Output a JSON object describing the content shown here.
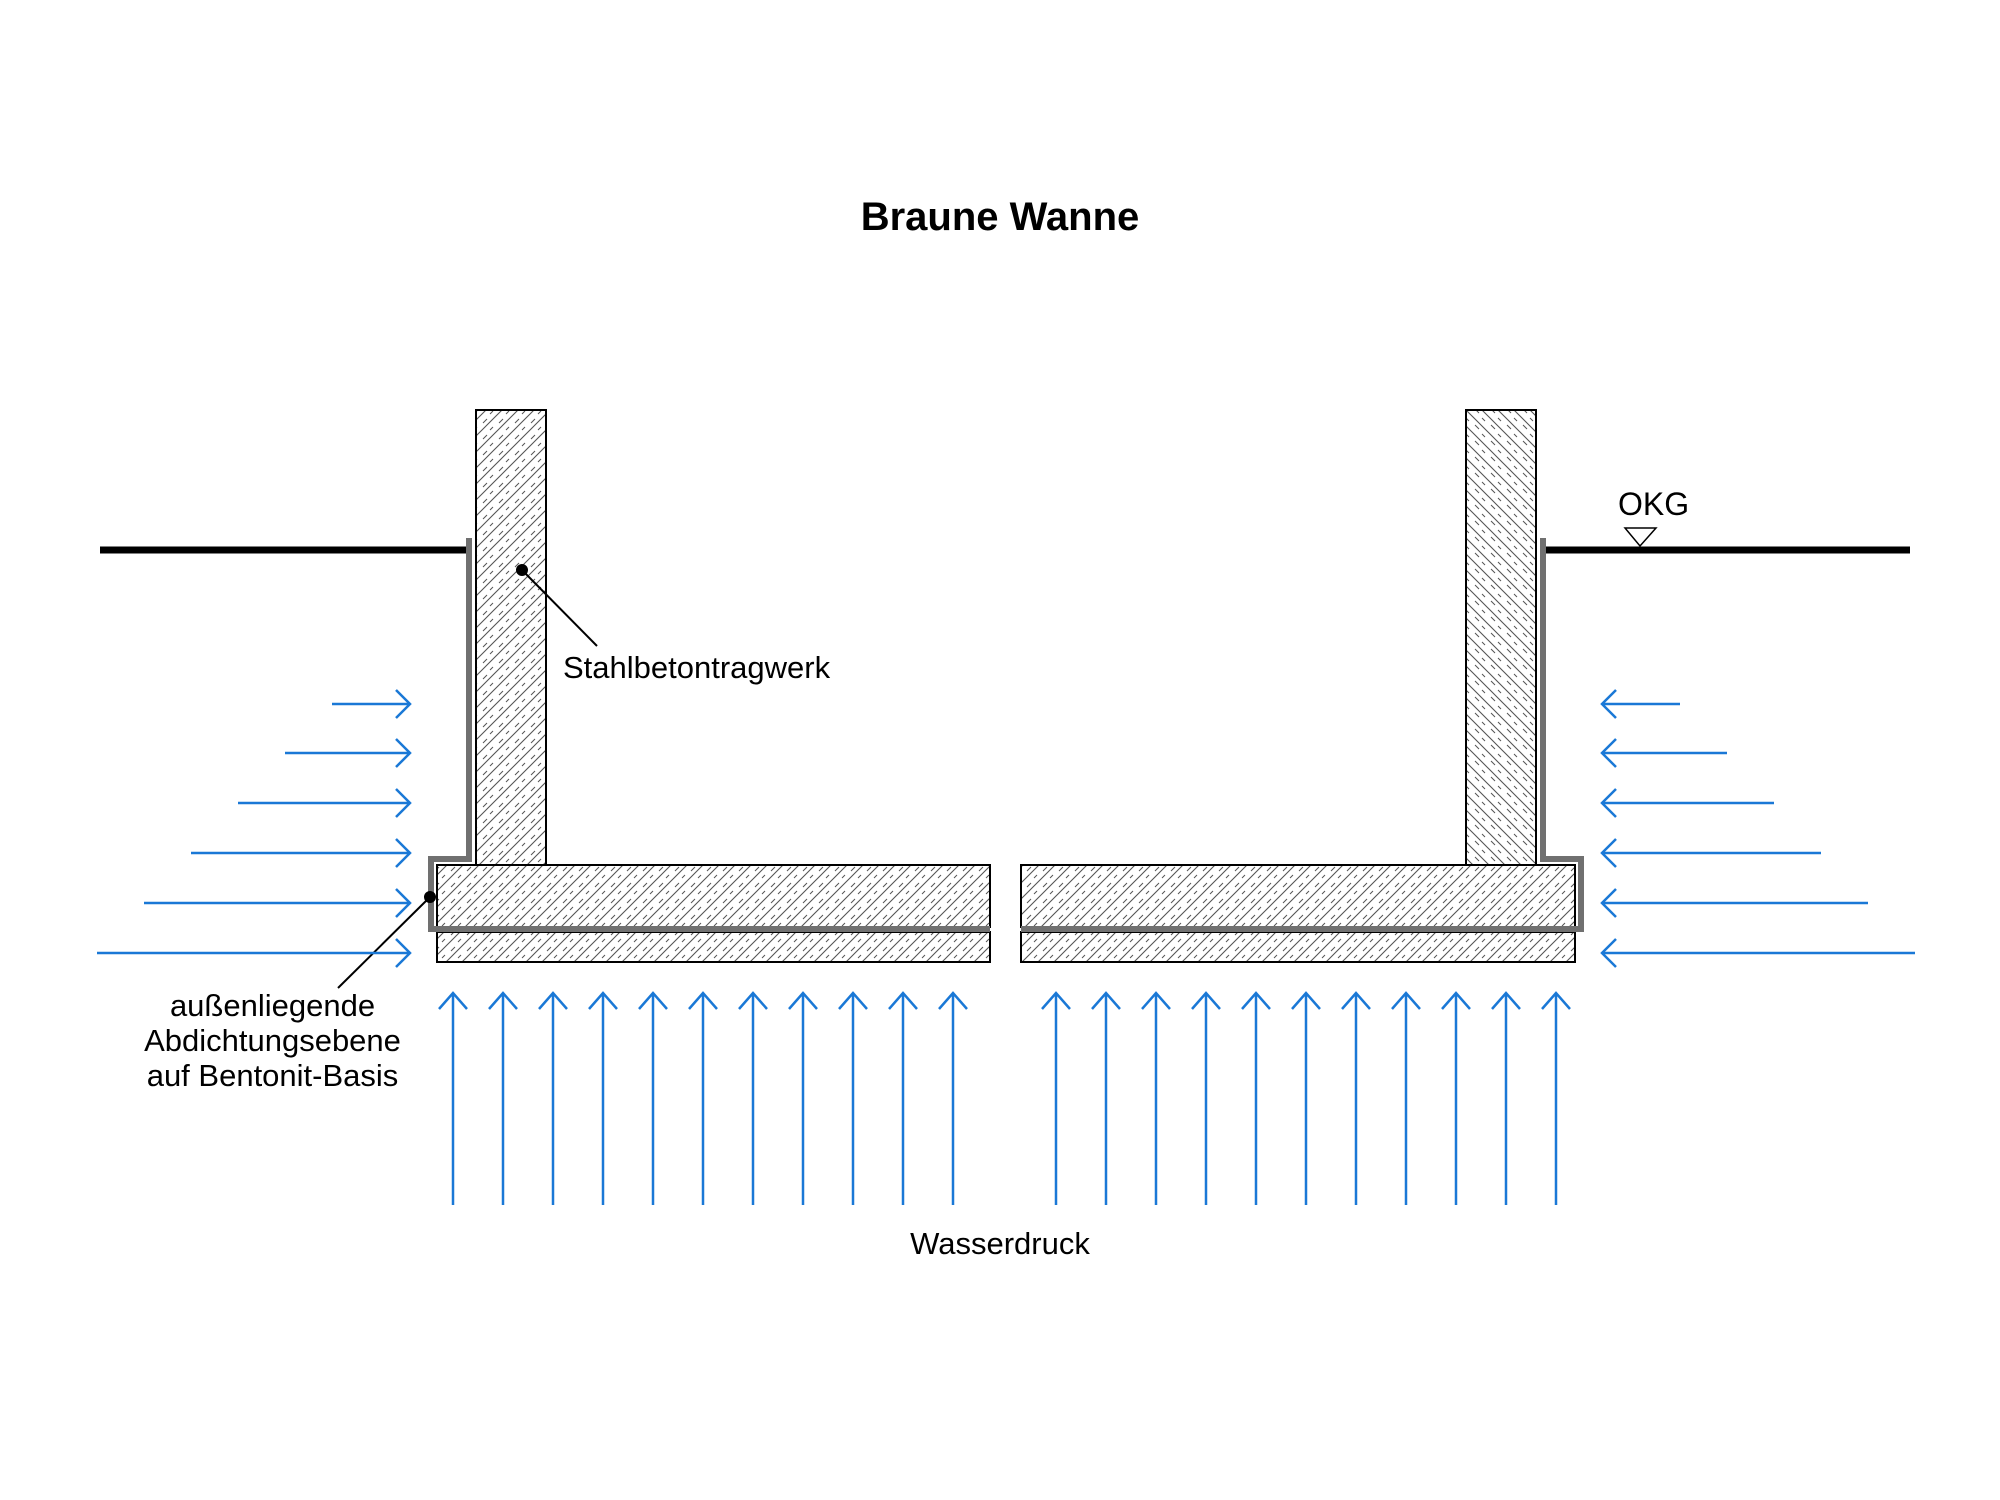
{
  "title": "Braune Wanne",
  "labels": {
    "okg": "OKG",
    "stahlbeton": "Stahlbetontragwerk",
    "abdichtung": [
      "außenliegende",
      "Abdichtungsebene",
      "auf Bentonit-Basis"
    ],
    "wasserdruck": "Wasserdruck"
  },
  "colors": {
    "water": "#1a78d6",
    "line": "#000000",
    "membrane": "#707070",
    "hatch": "#555555"
  }
}
